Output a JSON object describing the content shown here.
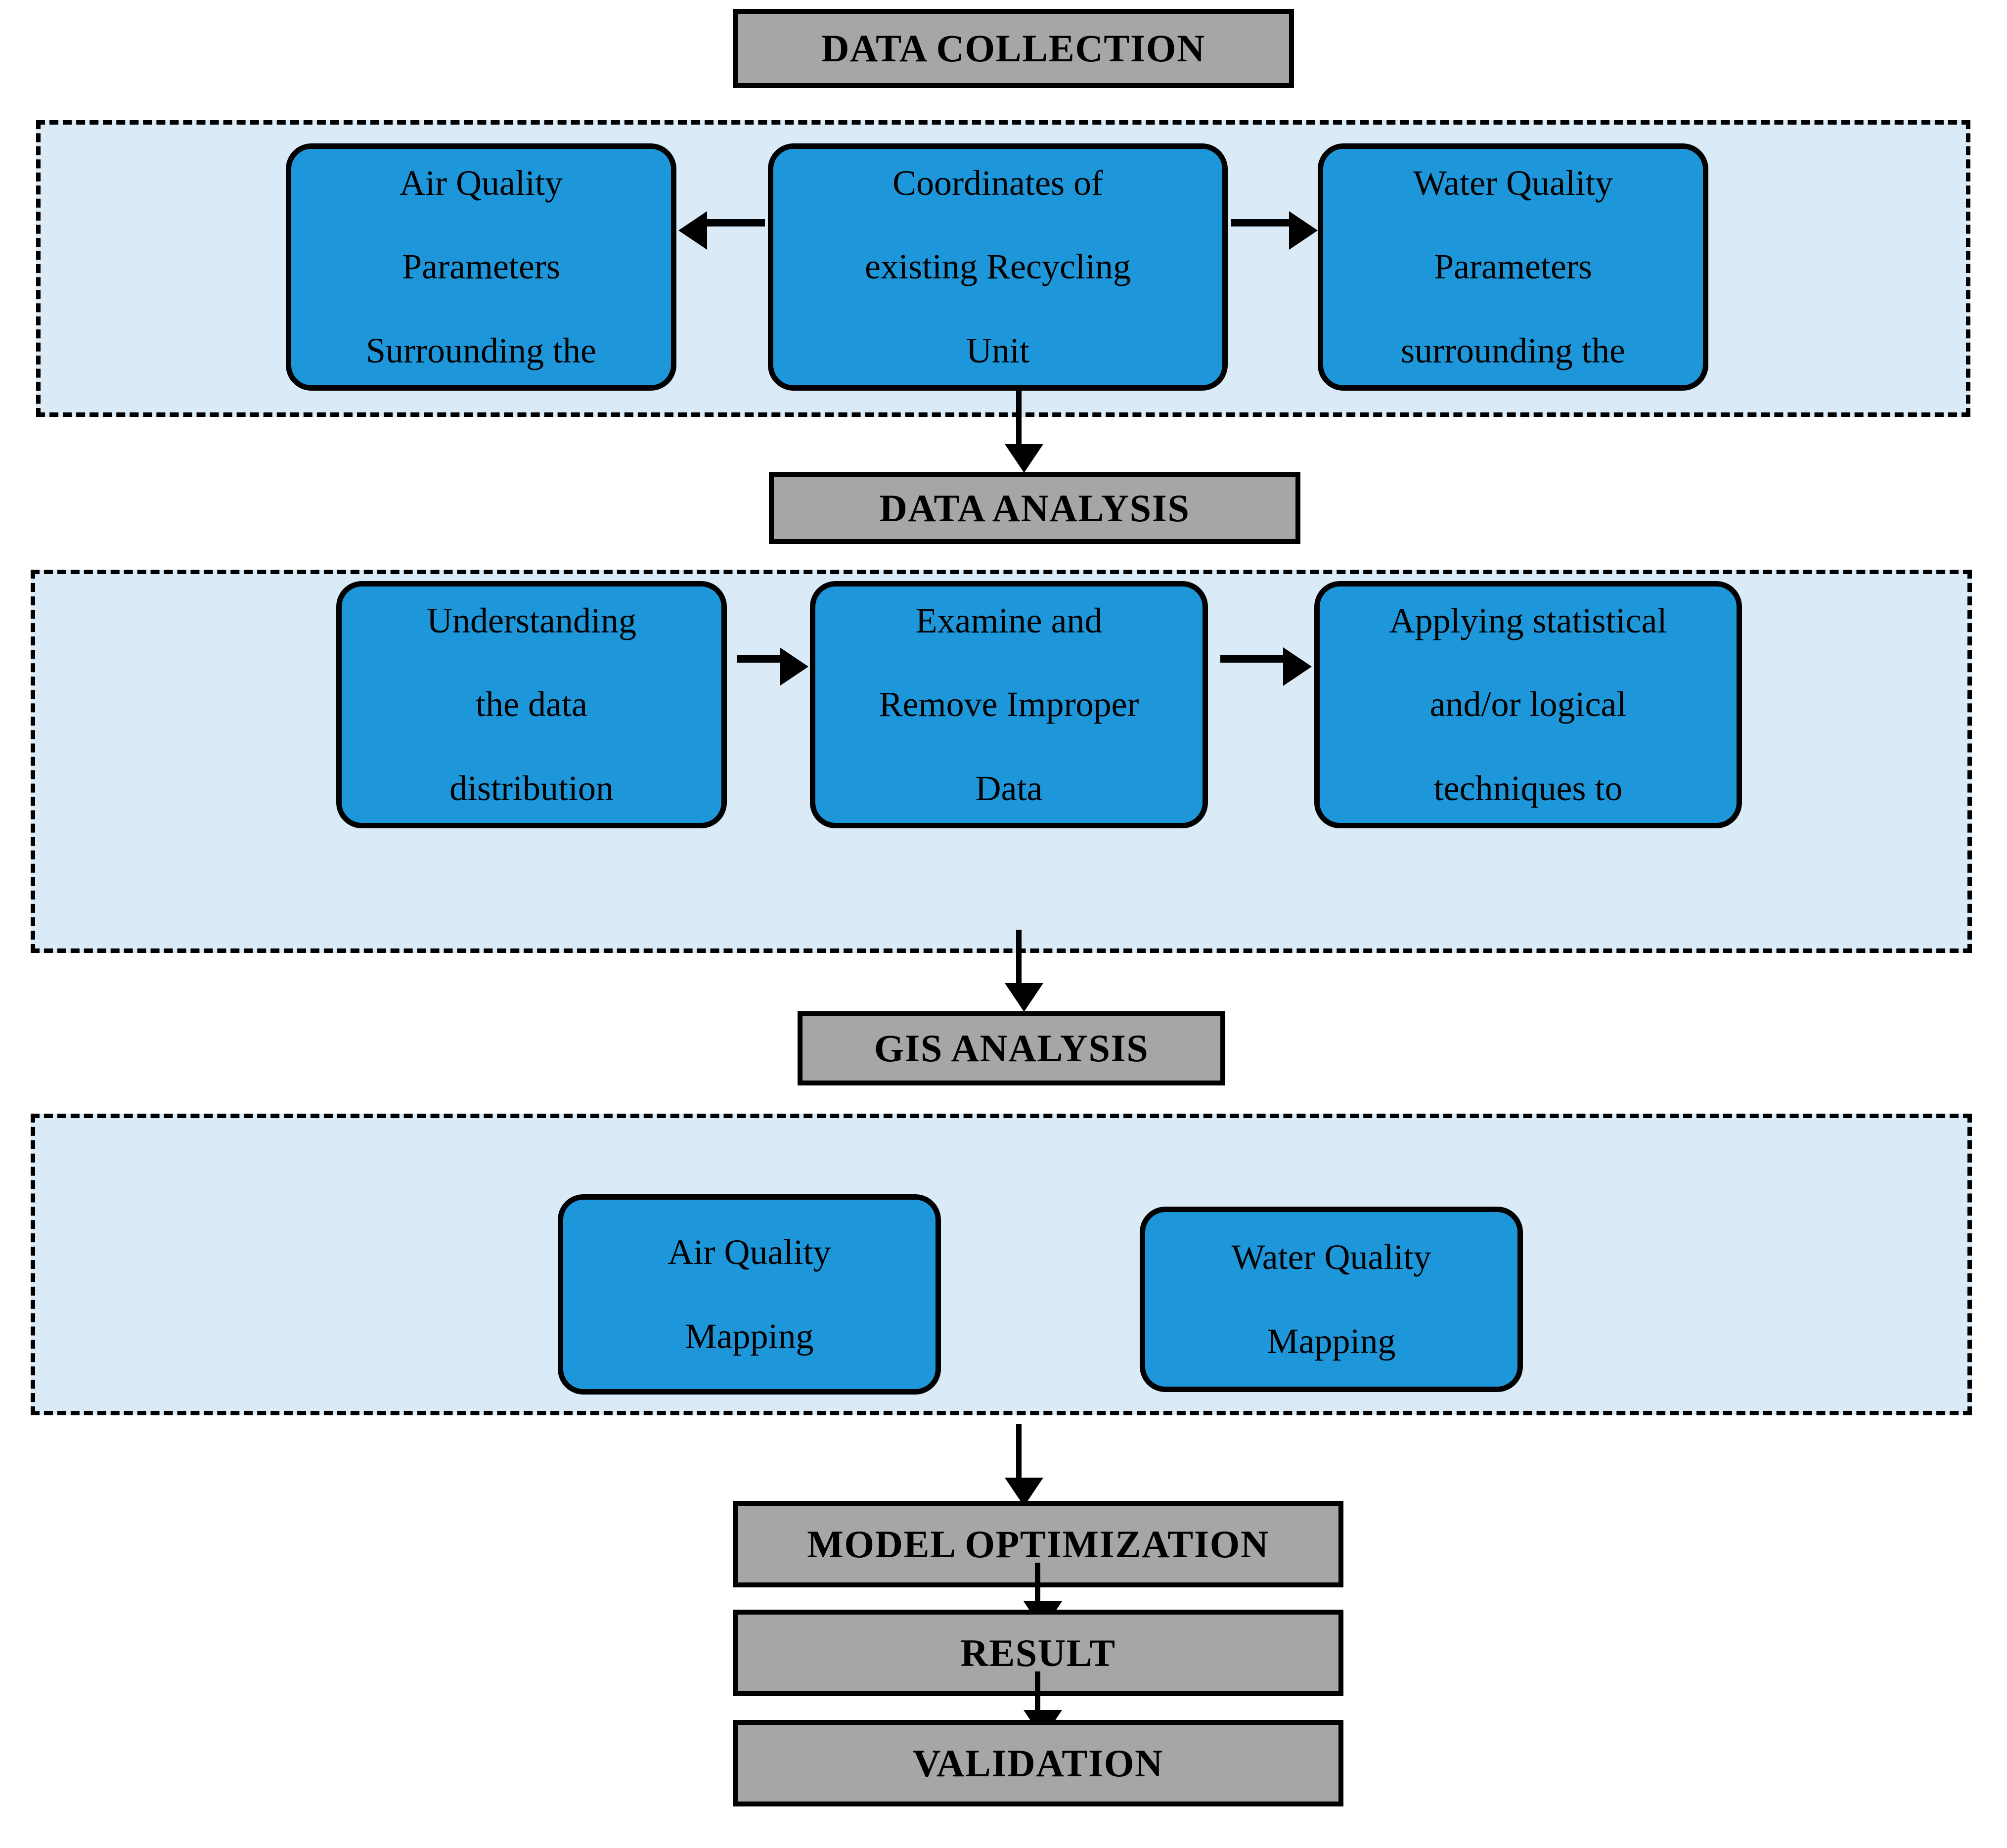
{
  "diagram": {
    "title": "Methodology flowchart",
    "colors": {
      "stage_banner_fill": "#a6a6a6",
      "region_fill": "#daeaf7",
      "process_fill": "#1d96da",
      "stroke": "#000000"
    }
  },
  "stages": {
    "data_collection": {
      "banner": "DATA COLLECTION",
      "boxes": [
        {
          "lines": [
            "Air Quality",
            "Parameters",
            "Surrounding the"
          ]
        },
        {
          "lines": [
            "Coordinates of",
            "existing Recycling",
            "Unit"
          ]
        },
        {
          "lines": [
            "Water Quality",
            "Parameters",
            "surrounding the"
          ]
        }
      ]
    },
    "data_analysis": {
      "banner": "DATA ANALYSIS",
      "boxes": [
        {
          "lines": [
            "Understanding",
            "the data",
            "distribution"
          ]
        },
        {
          "lines": [
            "Examine and",
            "Remove Improper",
            "Data"
          ]
        },
        {
          "lines": [
            "Applying statistical",
            "and/or logical",
            "techniques to"
          ]
        }
      ]
    },
    "gis_analysis": {
      "banner": "GIS ANALYSIS",
      "boxes": [
        {
          "lines": [
            "Air Quality",
            "Mapping"
          ]
        },
        {
          "lines": [
            "Water Quality",
            "Mapping"
          ]
        }
      ]
    }
  },
  "footer_steps": [
    {
      "label": "MODEL OPTIMIZATION"
    },
    {
      "label": "RESULT"
    },
    {
      "label": "VALIDATION"
    }
  ]
}
